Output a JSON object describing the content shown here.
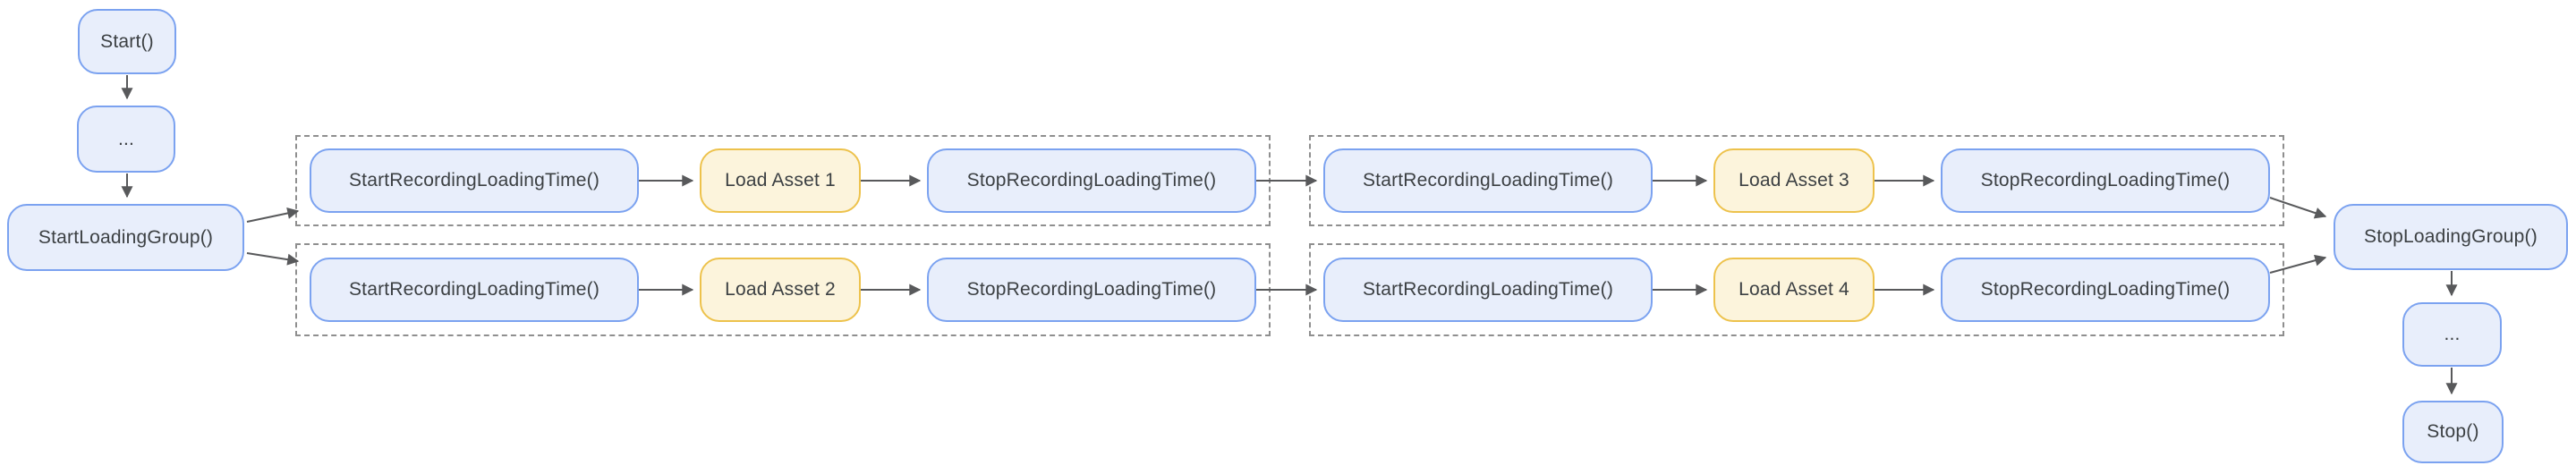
{
  "diagram_type": "flowchart",
  "colors": {
    "background": "#ffffff",
    "process_fill": "#e8eefb",
    "process_border": "#7ba2f0",
    "asset_fill": "#fcf4dc",
    "asset_border": "#edc24c",
    "group_outline": "#8f8f8f",
    "arrow": "#58595b",
    "text": "#3c4043"
  },
  "nodes": [
    {
      "id": "start",
      "label": "Start()"
    },
    {
      "id": "ellipsis_top",
      "label": "..."
    },
    {
      "id": "start_loading_group",
      "label": "StartLoadingGroup()"
    },
    {
      "id": "g1_r1_start_recording",
      "label": "StartRecordingLoadingTime()"
    },
    {
      "id": "g1_r1_load_asset",
      "label": "Load Asset 1"
    },
    {
      "id": "g1_r1_stop_recording",
      "label": "StopRecordingLoadingTime()"
    },
    {
      "id": "g1_r2_start_recording",
      "label": "StartRecordingLoadingTime()"
    },
    {
      "id": "g1_r2_load_asset",
      "label": "Load Asset 2"
    },
    {
      "id": "g1_r2_stop_recording",
      "label": "StopRecordingLoadingTime()"
    },
    {
      "id": "g2_r1_start_recording",
      "label": "StartRecordingLoadingTime()"
    },
    {
      "id": "g2_r1_load_asset",
      "label": "Load Asset 3"
    },
    {
      "id": "g2_r1_stop_recording",
      "label": "StopRecordingLoadingTime()"
    },
    {
      "id": "g2_r2_start_recording",
      "label": "StartRecordingLoadingTime()"
    },
    {
      "id": "g2_r2_load_asset",
      "label": "Load Asset 4"
    },
    {
      "id": "g2_r2_stop_recording",
      "label": "StopRecordingLoadingTime()"
    },
    {
      "id": "stop_loading_group",
      "label": "StopLoadingGroup()"
    },
    {
      "id": "ellipsis_bottom",
      "label": "..."
    },
    {
      "id": "stop",
      "label": "Stop()"
    }
  ]
}
